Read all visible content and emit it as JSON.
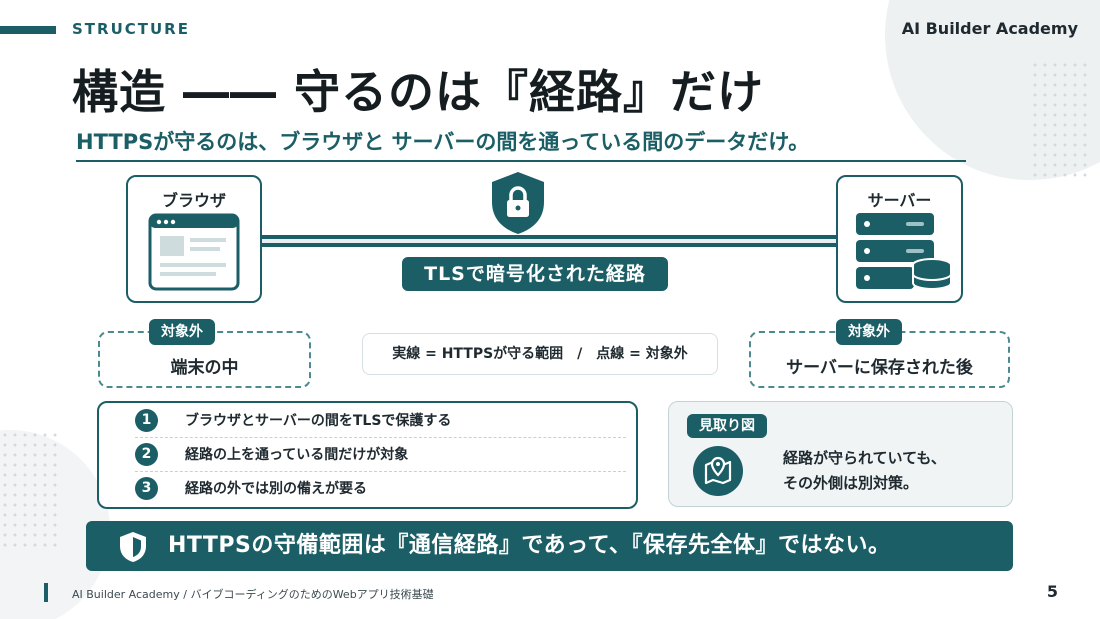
{
  "header": {
    "section_label": "STRUCTURE",
    "brand": "AI Builder Academy"
  },
  "title": "構造 ―― 守るのは『経路』だけ",
  "subtitle": "HTTPSが守るのは、ブラウザと サーバーの間を通っている間のデータだけ。",
  "diagram": {
    "browser_label": "ブラウザ",
    "server_label": "サーバー",
    "tls_label": "TLSで暗号化された経路",
    "lock_icon": "shield-lock-icon",
    "left_scope": {
      "pill": "対象外",
      "text": "端末の中"
    },
    "right_scope": {
      "pill": "対象外",
      "text": "サーバーに保存された後"
    },
    "legend": "実線 = HTTPSが守る範囲　/　点線 = 対象外"
  },
  "steps": [
    {
      "num": "1",
      "text": "ブラウザとサーバーの間をTLSで保護する"
    },
    {
      "num": "2",
      "text": "経路の上を通っている間だけが対象"
    },
    {
      "num": "3",
      "text": "経路の外では別の備えが要る"
    }
  ],
  "map_card": {
    "label": "見取り図",
    "icon": "map-pin-icon",
    "line1": "経路が守られていても、",
    "line2": "その外側は別対策。"
  },
  "banner": {
    "icon": "shield-check-icon",
    "text": "HTTPSの守備範囲は『通信経路』であって、『保存先全体』ではない。"
  },
  "footer": {
    "text": "AI Builder Academy / バイブコーディングのためのWebアプリ技術基礎",
    "page_number": "5"
  },
  "colors": {
    "primary": "#1b5e66",
    "text": "#1f2a30",
    "background": "#ffffff"
  }
}
